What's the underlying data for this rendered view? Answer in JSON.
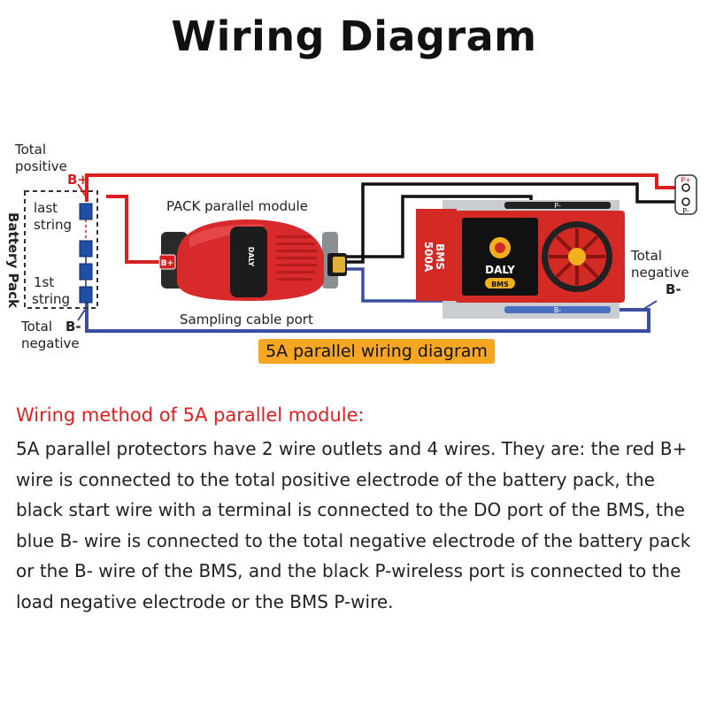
{
  "header": {
    "title": "Wiring Diagram"
  },
  "diagram": {
    "total_positive_line1": "Total",
    "total_positive_line2": "positive",
    "bplus_label": "B+",
    "battery_pack_label": "Battery Pack",
    "last_string_line1": "last",
    "last_string_line2": "string",
    "first_string_line1": "1st",
    "first_string_line2": "string",
    "total_negative_left_line1": "Total",
    "total_negative_left_line2": "negative",
    "bminus_left_label": "B-",
    "pack_module_label": "PACK parallel module",
    "sampling_port_label": "Sampling cable port",
    "total_negative_right_line1": "Total",
    "total_negative_right_line2": "negative",
    "bminus_right_label": "B-",
    "pplus_label": "P+",
    "pminus_label": "P-",
    "bms_side_text_1": "BMS",
    "bms_side_text_2": "500A",
    "bms_logo_text": "DALY",
    "bms_logo_badge": "BMS",
    "bms_terminal_top": "P-",
    "bms_terminal_bottom": "B-",
    "module_logo_text": "DALY",
    "module_tag": "B+"
  },
  "caption": "5A parallel wiring diagram",
  "method_title": "Wiring method of 5A parallel module:",
  "description": "5A parallel protectors have 2 wire outlets and 4 wires. They are: the red B+ wire is connected to the total positive electrode of the battery pack, the black start wire with a terminal is connected to the DO port of the BMS, the blue B- wire is connected to the total negative electrode of the battery pack or the B- wire of the BMS, and the black P-wireless port is connected to the load negative electrode or the BMS P-wire.",
  "colors": {
    "red_wire": "#d91e1e",
    "black_wire": "#111111",
    "blue_wire": "#3a4fa0",
    "module_red": "#d8292b",
    "bms_red": "#d32a26",
    "caption_bg": "#f5a623",
    "method_title": "#e02020"
  }
}
